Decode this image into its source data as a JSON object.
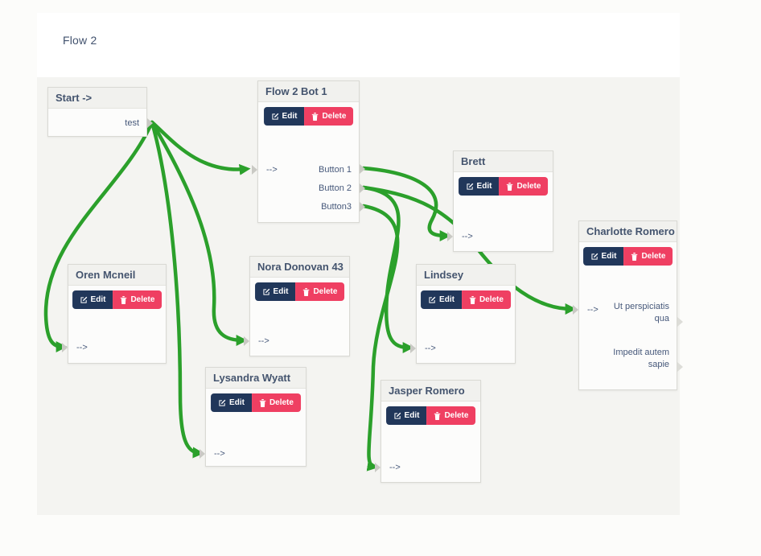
{
  "page": {
    "title": "Flow 2"
  },
  "colors": {
    "edge_green": "#2ba02b",
    "edit_button_bg": "#21375a",
    "delete_button_bg": "#ef3f62",
    "canvas_bg": "#f4f4f1",
    "title_text": "#44546e"
  },
  "buttons": {
    "edit": "Edit",
    "delete": "Delete"
  },
  "ports": {
    "input_label": "-->"
  },
  "nodes": [
    {
      "title": "Start ->",
      "outputs": [
        "test"
      ]
    },
    {
      "title": "Flow 2 Bot 1",
      "input": "-->",
      "outputs": [
        "Button 1",
        "Button 2",
        "Button3"
      ]
    },
    {
      "title": "Brett",
      "input": "-->"
    },
    {
      "title": "Oren Mcneil",
      "input": "-->"
    },
    {
      "title": "Nora Donovan 43",
      "input": "-->"
    },
    {
      "title": "Lindsey",
      "input": "-->"
    },
    {
      "title": "Lysandra Wyatt",
      "input": "-->"
    },
    {
      "title": "Jasper Romero",
      "input": "-->"
    },
    {
      "title": "Charlotte Romero",
      "input": "-->",
      "outputs": [
        "Ut perspiciatis qua",
        "Impedit autem sapie"
      ]
    }
  ],
  "edges": [
    {
      "from": "Start -> / test",
      "to": "Flow 2 Bot 1"
    },
    {
      "from": "Start -> / test",
      "to": "Oren Mcneil"
    },
    {
      "from": "Start -> / test",
      "to": "Nora Donovan 43"
    },
    {
      "from": "Start -> / test",
      "to": "Lysandra Wyatt"
    },
    {
      "from": "Flow 2 Bot 1 / Button 1",
      "to": "Brett"
    },
    {
      "from": "Flow 2 Bot 1 / Button 2",
      "to": "Charlotte Romero"
    },
    {
      "from": "Flow 2 Bot 1 / Button 2",
      "to": "Lindsey"
    },
    {
      "from": "Flow 2 Bot 1 / Button3",
      "to": "Jasper Romero"
    }
  ]
}
